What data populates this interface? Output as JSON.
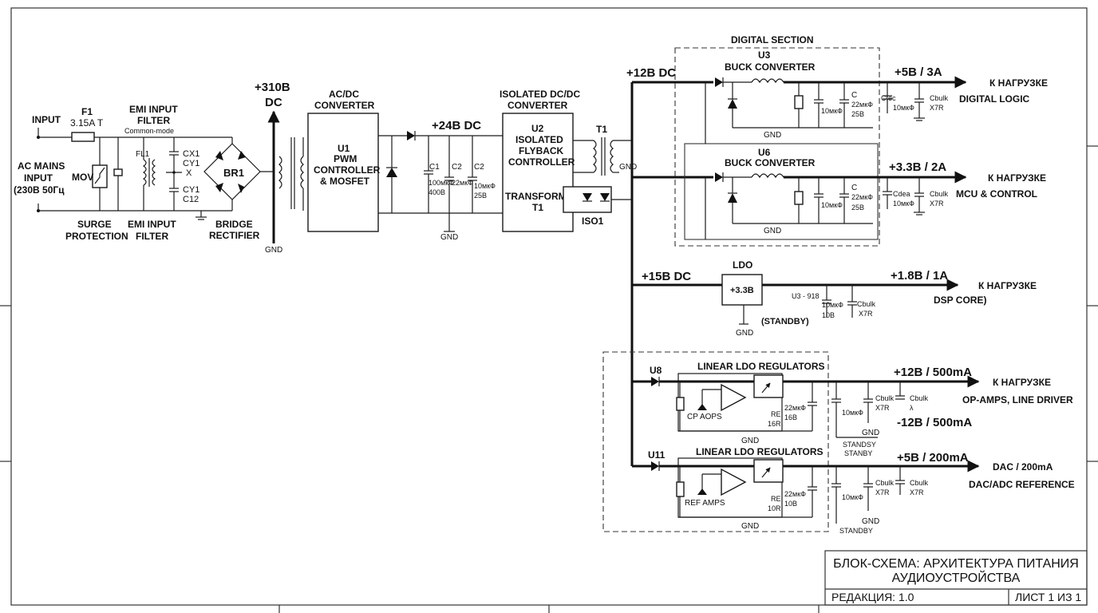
{
  "title_block": {
    "title_line1": "БЛОК-СХЕМА: АРХИТЕКТУРА ПИТАНИЯ",
    "title_line2": "АУДИОУСТРОЙСТВА",
    "revision": "РЕДАКЦИЯ: 1.0",
    "sheet": "ЛИСТ 1 ИЗ 1"
  },
  "input": {
    "label": "INPUT",
    "mains_line1": "AC MAINS",
    "mains_line2": "INPUT",
    "mains_line3": "(230В 50Гц",
    "fuse_name": "F1",
    "fuse_value": "3.15A T",
    "mov": "MOV",
    "surge_line1": "SURGE",
    "surge_line2": "PROTECTION"
  },
  "emi": {
    "top_line1": "EMI INPUT",
    "top_line2": "FILTER",
    "common_mode": "Common-mode",
    "inductor": "FL1",
    "cx1": "CX1",
    "cy1": "CY1",
    "x": "X",
    "cy1b": "CY1",
    "c12": "C12",
    "bottom_line1": "EMI INPUT",
    "bottom_line2": "FILTER"
  },
  "rectifier": {
    "name": "BR1",
    "label_line1": "BRIDGE",
    "label_line2": "RECTIFIER",
    "rail_line1": "+310В",
    "rail_line2": "DC",
    "gnd": "GND"
  },
  "acdc": {
    "title_line1": "AC/DC",
    "title_line2": "CONVERTER",
    "u1": "U1",
    "l1": "PWM",
    "l2": "CONTROLLER",
    "l3": "& MOSFET"
  },
  "rail24": {
    "label": "+24В DC",
    "c1": "C1",
    "c1v": "100мкФ",
    "c1r": "400В",
    "c2": "C2",
    "c2v": "22мкФ",
    "c3": "C2",
    "c3v": "10мкФ",
    "c3r": "25В",
    "gnd": "GND"
  },
  "isolated": {
    "title_line1": "ISOLATED DC/DC",
    "title_line2": "CONVERTER",
    "u2": "U2",
    "l1": "ISOLATED",
    "l2": "FLYBACK",
    "l3": "CONTROLLER",
    "l4": "TRANSFORMER",
    "l5": "T1",
    "t1": "T1",
    "gnd": "GND",
    "iso": "ISO1"
  },
  "digital": {
    "section": "DIGITAL SECTION",
    "rail12": "+12В DC",
    "u3": "U3",
    "u3_name": "BUCK CONVERTER",
    "u3_c": "C",
    "u3_cv": "22мкФ",
    "u3_cr": "25В",
    "u3_cap": "10мкФ",
    "u3_gnd": "GND",
    "u3_cfec": "Cfec",
    "u3_cfec_v": "10мкФ",
    "u3_cbulk": "Cbulk",
    "u3_x7r": "X7R",
    "out5": "+5В / 3A",
    "load1": "К НАГРУЗКЕ",
    "desc1": "DIGITAL LOGIC",
    "u6": "U6",
    "u6_name": "BUCK CONVERTER",
    "u6_c": "C",
    "u6_cv": "22мкФ",
    "u6_cr": "25В",
    "u6_cap": "10мкФ",
    "u6_gnd": "GND",
    "u6_cdea": "Cdea",
    "u6_cdea_v": "10мкФ",
    "u6_cbulk": "Cbulk",
    "u6_x7r": "X7R",
    "out33": "+3.3В / 2A",
    "load2": "К НАГРУЗКЕ",
    "desc2": "MCU & CONTROL"
  },
  "ldo": {
    "rail15": "+15В DC",
    "name": "LDO",
    "value": "+3.3В",
    "gnd": "GND",
    "u3_label": "U3 - 918",
    "c_v": "10мкФ",
    "c_r": "10В",
    "cbulk": "Cbulk",
    "x7r": "X7R",
    "standby": "(STANDBY)",
    "out18": "+1.8В / 1A",
    "load": "К НАГРУЗКЕ",
    "desc": "DSP CORE)"
  },
  "analog": {
    "u8": "U8",
    "title1": "LINEAR LDO REGULATORS",
    "op1": "CP AOPS",
    "re1": "RE",
    "re1v": "16R",
    "c1v": "22мкФ",
    "c1r": "16В",
    "gnd1": "GND",
    "cap1": "10мкФ",
    "cbulk1a": "Cbulk",
    "x7r1": "X7R",
    "cbulk1b": "Cbulk",
    "lam1": "λ",
    "gnd1b": "GND",
    "standby1a": "STANDSY",
    "standby1b": "STANBY",
    "out12": "+12В / 500mA",
    "load12": "К НАГРУЗКЕ",
    "desc12": "OP-AMPS, LINE DRIVER",
    "neg12": "-12В / 500mA",
    "u11": "U11",
    "title2": "LINEAR LDO REGULATORS",
    "op2": "REF AMPS",
    "re2": "RE",
    "re2v": "10R",
    "c2v": "22мкФ",
    "c2r": "10В",
    "gnd2": "GND",
    "cap2": "10мкФ",
    "cbulk2a": "Cbulk",
    "x7r2a": "X7R",
    "cbulk2b": "Cbulk",
    "x7r2b": "X7R",
    "gnd2b": "GND",
    "standby2": "STANDBY",
    "out5": "+5В / 200mA",
    "load5": "DAC / 200mA",
    "desc5": "DAC/ADC REFERENCE"
  }
}
